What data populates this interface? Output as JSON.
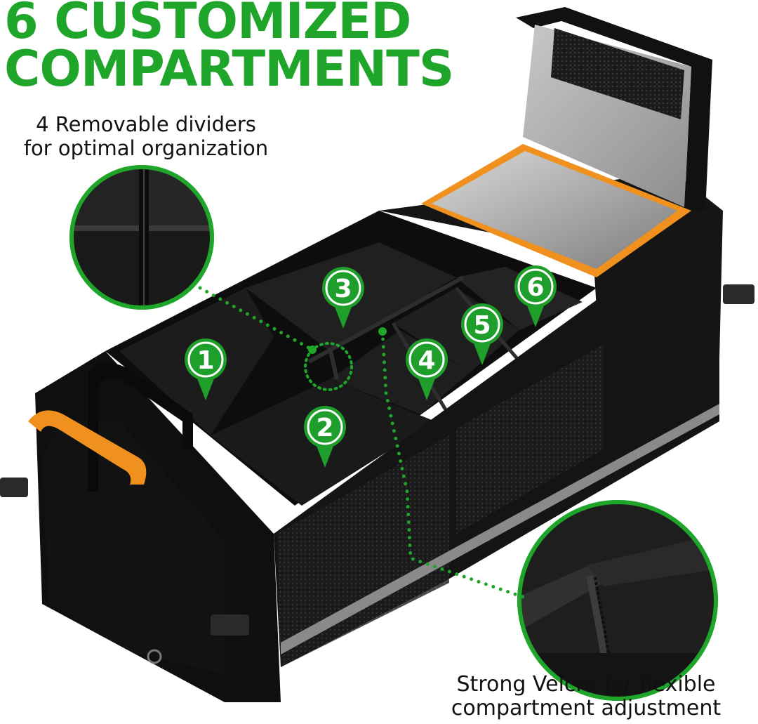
{
  "headline": {
    "line1": "6 CUSTOMIZED",
    "line2": "COMPARTMENTS"
  },
  "captions": {
    "top_line1": "4 Removable dividers",
    "top_line2": "for optimal organization",
    "bottom_line1": "Strong Velcro for flexible",
    "bottom_line2": "compartment adjustment"
  },
  "compartments": [
    "1",
    "2",
    "3",
    "4",
    "5",
    "6"
  ],
  "colors": {
    "accent_green": "#1fa52a",
    "pin_green": "#1e9e2b",
    "trim_orange": "#f0901e",
    "body_black": "#111111"
  },
  "icons": [
    "map-pin-icon",
    "zoom-callout-circle",
    "dotted-leader-line"
  ]
}
